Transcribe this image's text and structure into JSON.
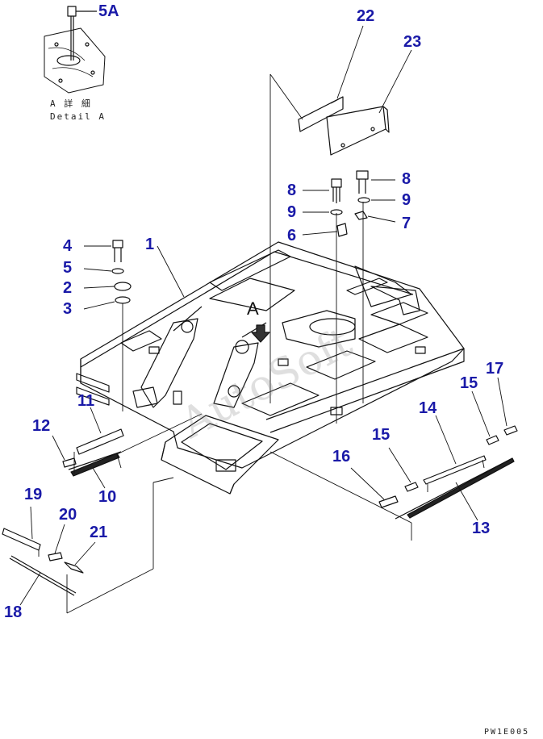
{
  "callouts": [
    "5A",
    "22",
    "23",
    "8",
    "8",
    "9",
    "9",
    "7",
    "6",
    "4",
    "5",
    "2",
    "3",
    "1",
    "11",
    "12",
    "10",
    "15",
    "17",
    "14",
    "15",
    "16",
    "13",
    "19",
    "20",
    "21",
    "18"
  ],
  "detail": {
    "jp": "A 詳 細",
    "en": "Detail A"
  },
  "view_letter": "A",
  "watermark": "AutoSoft",
  "drawing_code": "PW1E005",
  "colors": {
    "callout": "#1a1aa8",
    "line": "#111111"
  }
}
